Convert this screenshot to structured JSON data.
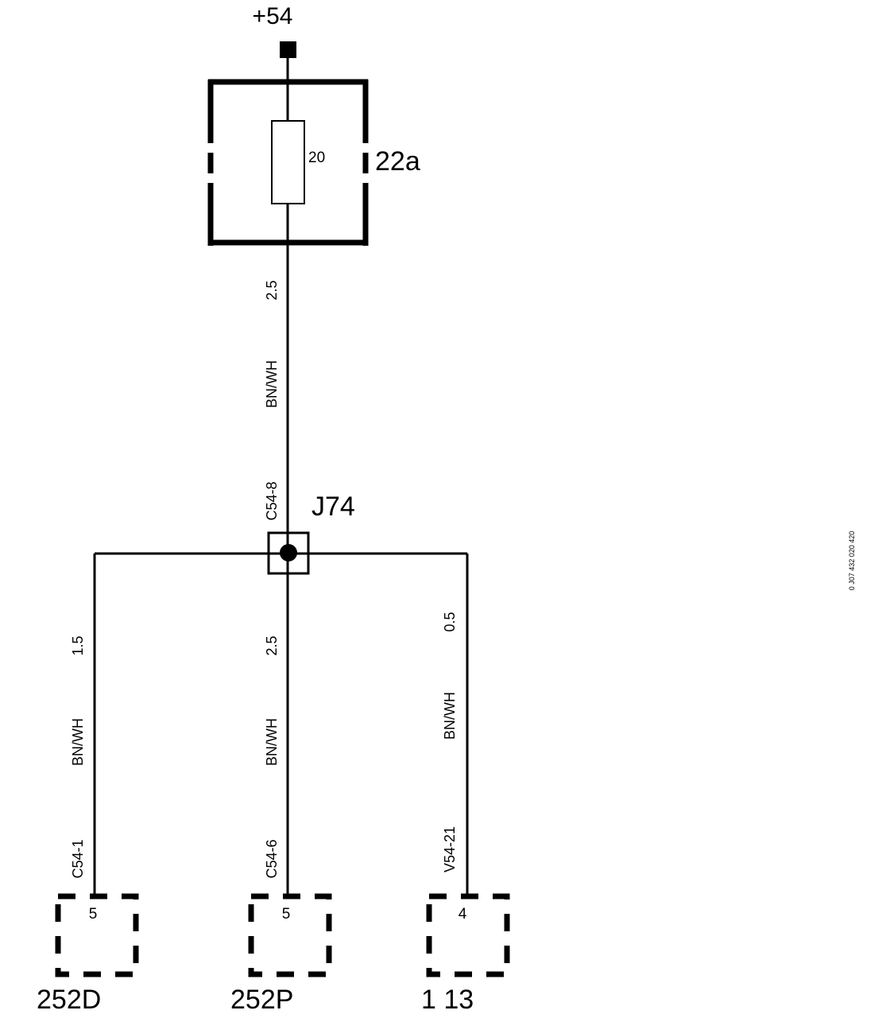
{
  "supply": {
    "label": "+54"
  },
  "fuse": {
    "rating": "20",
    "id": "22a"
  },
  "top_wire": {
    "size": "2.5",
    "color": "BN/WH"
  },
  "splice": {
    "id": "J74",
    "pin": "C54-8"
  },
  "branches": [
    {
      "size": "1.5",
      "color": "BN/WH",
      "pin": "C54-1",
      "terminal": "5",
      "component": "252D"
    },
    {
      "size": "2.5",
      "color": "BN/WH",
      "pin": "C54-6",
      "terminal": "5",
      "component": "252P"
    },
    {
      "size": "0.5",
      "color": "BN/WH",
      "pin": "V54-21",
      "terminal": "4",
      "component": "1 13"
    }
  ],
  "side_code": "0 J07 432 020 420"
}
